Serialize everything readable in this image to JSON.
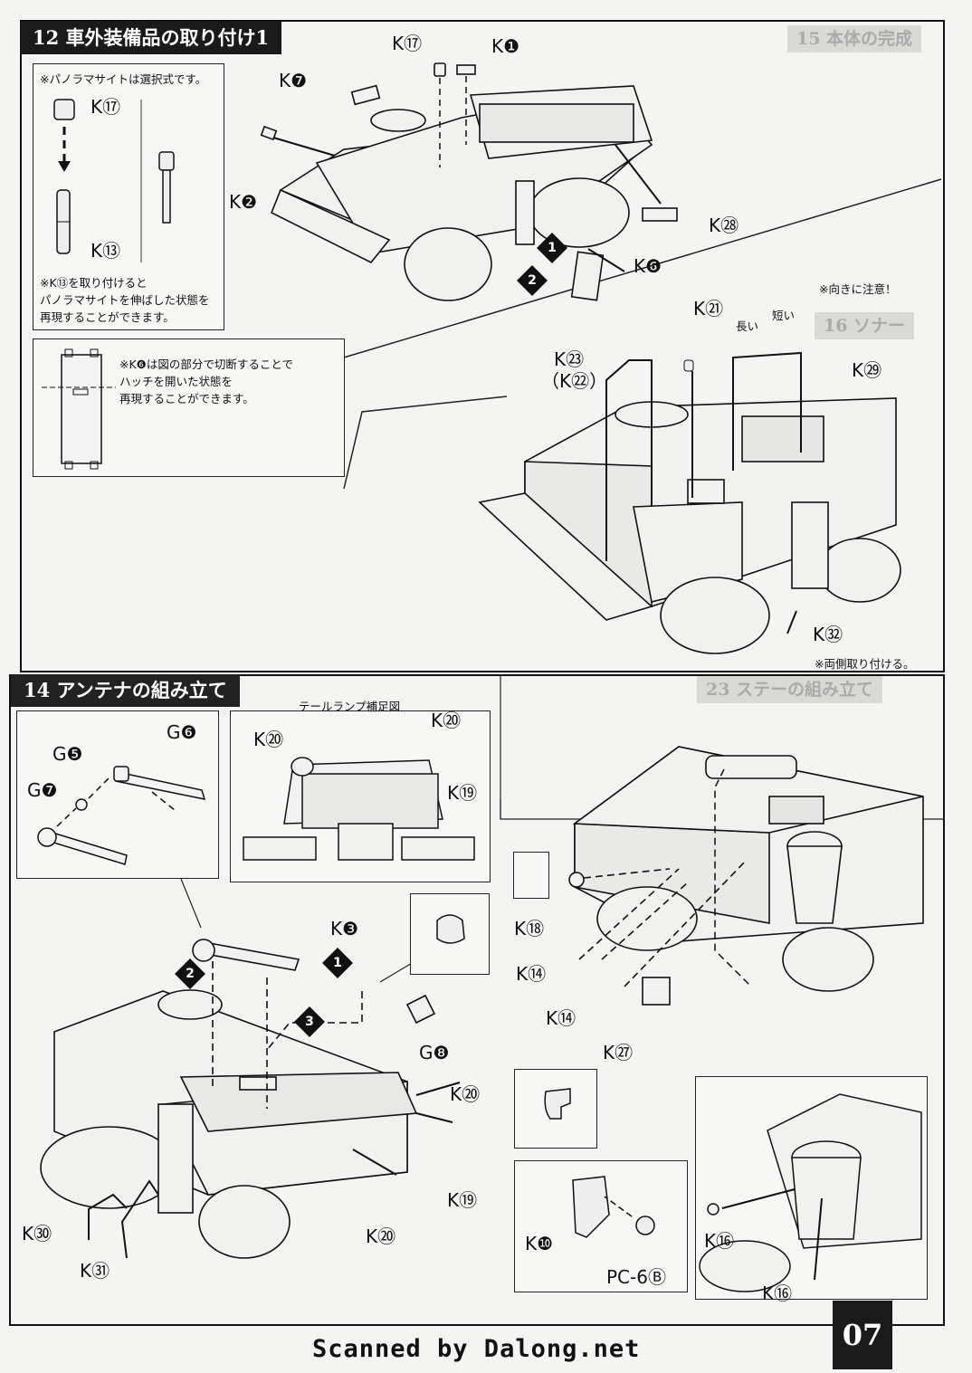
{
  "section12": {
    "title": "12 車外装備品の取り付け1",
    "note_panorama": "※パノラマサイトは選択式です。",
    "note_k13": "※K⑬を取り付けると\nパノラマサイトを伸ばした状態を\n再現することができます。",
    "note_k6": "※K❻は図の部分で切断することで\nハッチを開いた状態を\n再現することができます。",
    "note_direction": "※向きに注意！",
    "label_long": "長い",
    "label_short": "短い",
    "note_both_sides": "※両側取り付ける。"
  },
  "section14": {
    "title": "14 アンテナの組み立て",
    "tail_lamp_caption": "テールランプ補足図"
  },
  "ghost_headers": {
    "g1": "15 本体の完成",
    "g2": "16 ソナー",
    "g3": "23 ステーの組み立て"
  },
  "parts": {
    "K17": "K⑰",
    "K1": "K❶",
    "K7": "K❼",
    "K2": "K❷",
    "K13": "K⑬",
    "K28": "K㉘",
    "K6": "K❻",
    "K21": "K㉑",
    "K23": "K㉓",
    "K22": "（K㉒）",
    "K29": "K㉙",
    "K32": "K㉜",
    "K20": "K⑳",
    "K19": "K⑲",
    "K3": "K❸",
    "G6": "G❻",
    "G5": "G❺",
    "G7": "G❼",
    "G8": "G❽",
    "K18": "K⑱",
    "K14": "K⑭",
    "K27": "K㉗",
    "K10": "K❿",
    "PC6B": "PC-6Ⓑ",
    "K16": "K⑯",
    "K30": "K㉚",
    "K31": "K㉛"
  },
  "footer": {
    "credit": "Scanned by Dalong.net",
    "page_number": "07"
  }
}
